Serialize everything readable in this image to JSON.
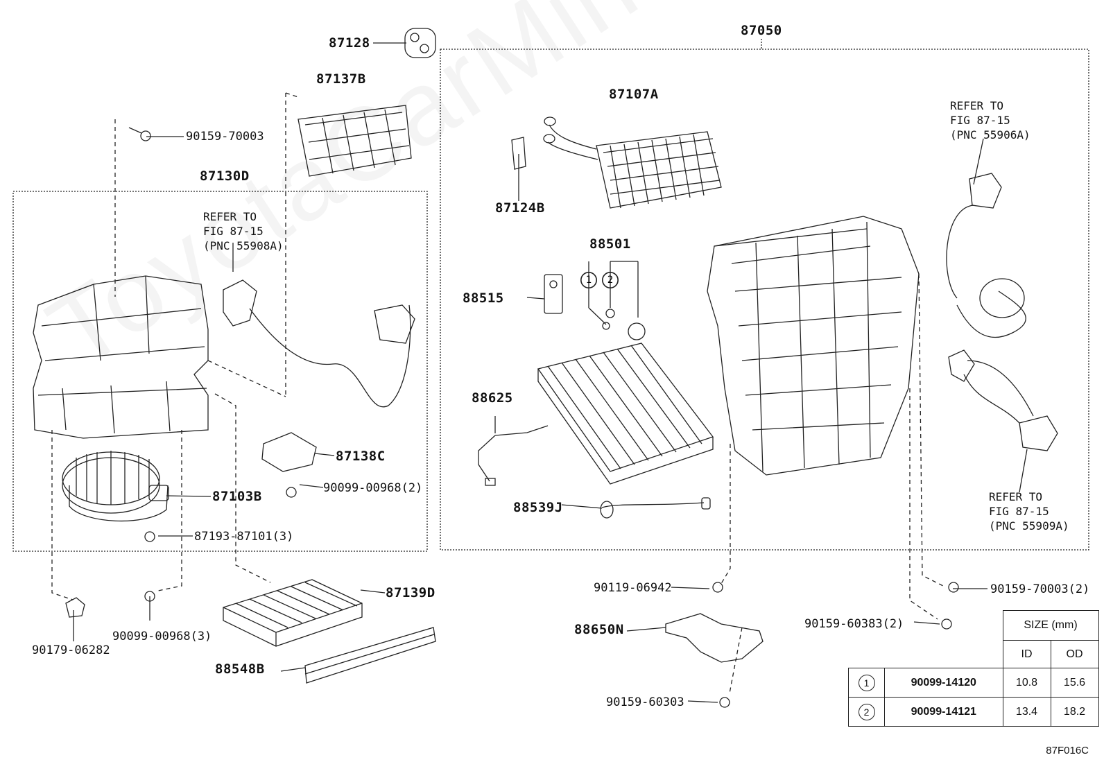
{
  "parts": {
    "p87128": "87128",
    "p87137B": "87137B",
    "p90159_70003": "90159-70003",
    "p87130D": "87130D",
    "p87138C": "87138C",
    "p90099_00968_2": "90099-00968(2)",
    "p87103B": "87103B",
    "p87193_87101_3": "87193-87101(3)",
    "p90099_00968_3": "90099-00968(3)",
    "p90179_06282": "90179-06282",
    "p87139D": "87139D",
    "p88548B": "88548B",
    "p87050": "87050",
    "p87107A": "87107A",
    "p87124B": "87124B",
    "p88501": "88501",
    "p88515": "88515",
    "p88625": "88625",
    "p88539J": "88539J",
    "p90119_06942": "90119-06942",
    "p88650N": "88650N",
    "p90159_60303": "90159-60303",
    "p90159_60383_2": "90159-60383(2)",
    "p90159_70003_2": "90159-70003(2)"
  },
  "refs": {
    "left": [
      "REFER TO",
      "FIG 87-15",
      "(PNC 55908A)"
    ],
    "right_top": [
      "REFER TO",
      "FIG 87-15",
      "(PNC 55906A)"
    ],
    "right_bottom": [
      "REFER TO",
      "FIG 87-15",
      "(PNC 55909A)"
    ]
  },
  "callouts": {
    "c1": "1",
    "c2": "2"
  },
  "size_table": {
    "title": "SIZE (mm)",
    "col_id": "ID",
    "col_od": "OD",
    "rows": [
      {
        "mark": "1",
        "part": "90099-14120",
        "id": "10.8",
        "od": "15.6"
      },
      {
        "mark": "2",
        "part": "90099-14121",
        "id": "13.4",
        "od": "18.2"
      }
    ]
  },
  "figure_code": "87F016C",
  "watermark": "ToyotaCarMine.ru"
}
